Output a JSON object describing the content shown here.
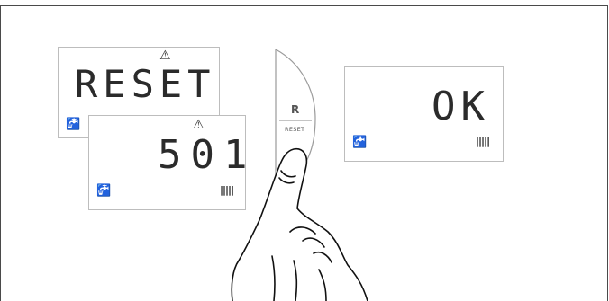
{
  "displays": {
    "reset_screen": {
      "text": "RESET",
      "warning_icon": "warning-icon",
      "tap_icon": "tap-icon"
    },
    "code_screen": {
      "text": "501",
      "warning_icon": "warning-icon",
      "tap_icon": "tap-icon",
      "radiator_icon": "radiator-icon"
    },
    "ok_screen": {
      "text": "OK",
      "tap_icon": "tap-icon",
      "radiator_icon": "radiator-icon"
    }
  },
  "reset_button": {
    "symbol": "R",
    "label": "RESET"
  },
  "icons": {
    "warning": "⚠",
    "tap": "⛽",
    "radiator": "▐▐▐"
  },
  "colors": {
    "line": "#4a4a4a",
    "lcd_border": "#bdbdbd",
    "segment": "#2b2b2b"
  }
}
